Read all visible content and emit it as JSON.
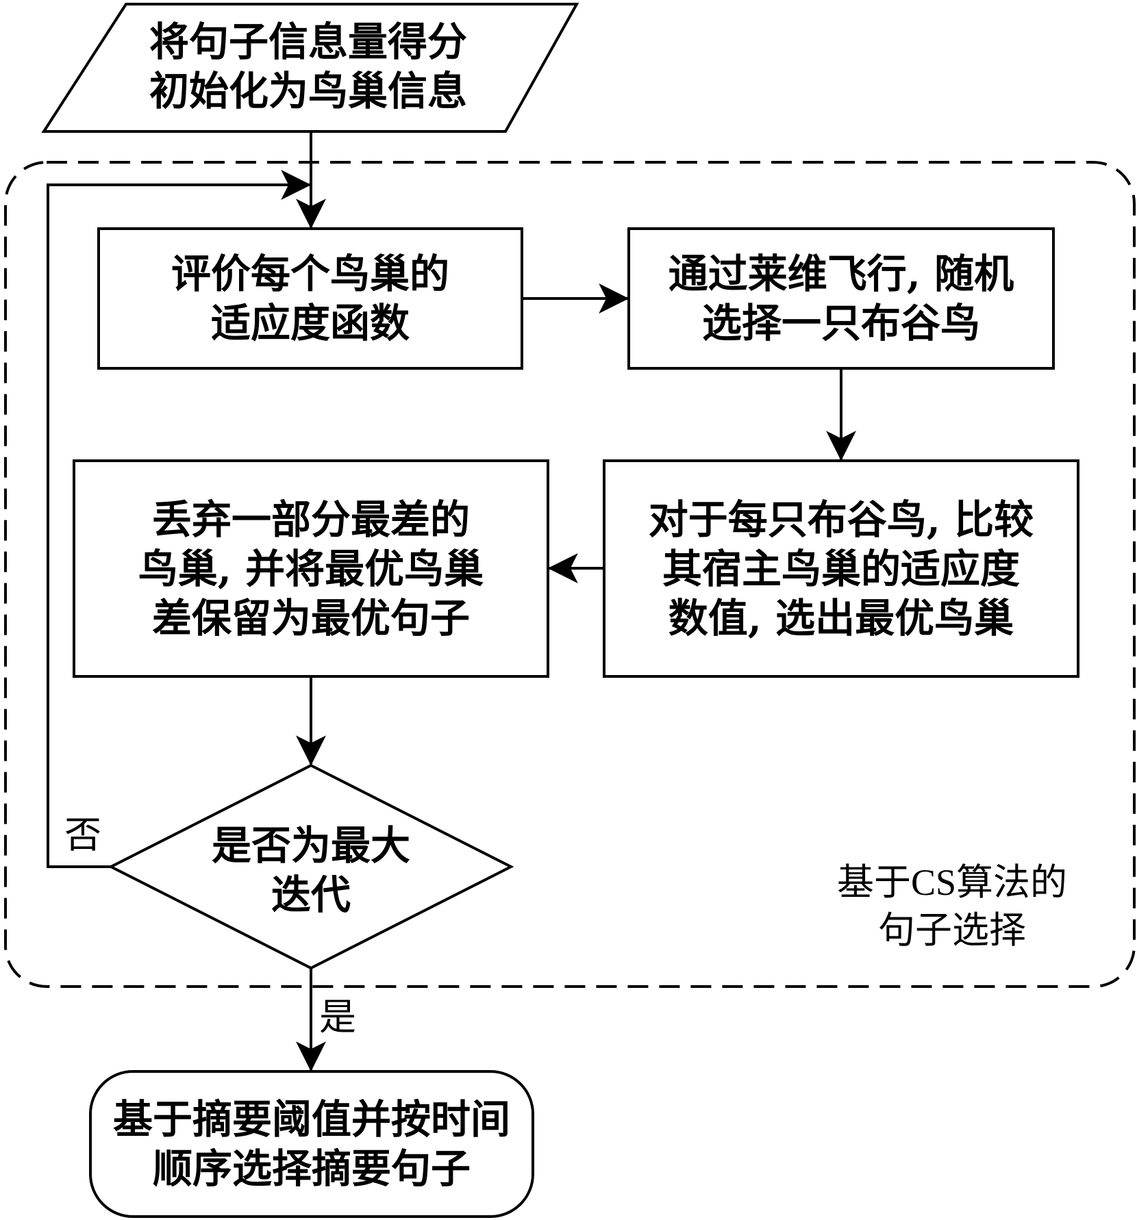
{
  "diagram": {
    "nodes": {
      "start": {
        "text": "将句子信息量得分\n初始化为鸟巢信息"
      },
      "evaluate": {
        "text": "评价每个鸟巢的\n适应度函数"
      },
      "levy": {
        "text": "通过莱维飞行, 随机\n选择一只布谷鸟"
      },
      "compare": {
        "text": "对于每只布谷鸟, 比较\n其宿主鸟巢的适应度\n数值, 选出最优鸟巢"
      },
      "discard": {
        "text": "丢弃一部分最差的\n鸟巢, 并将最优鸟巢\n差保留为最优句子"
      },
      "decision": {
        "text": "是否为最大\n迭代"
      },
      "end": {
        "text": "基于摘要阈值并按时间\n顺序选择摘要句子"
      }
    },
    "edge_labels": {
      "no": "否",
      "yes": "是"
    },
    "region_label": "基于CS算法的\n句子选择"
  }
}
